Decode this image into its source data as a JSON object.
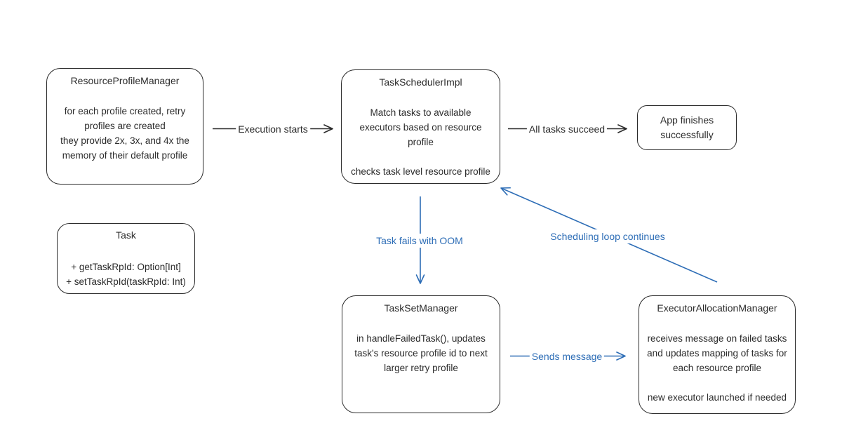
{
  "colors": {
    "ink": "#2b2b2b",
    "accent_blue": "#2d6db6",
    "background": "#ffffff"
  },
  "nodes": {
    "resourceProfileManager": {
      "title": "ResourceProfileManager",
      "body": "for each profile created, retry\nprofiles are created\nthey provide 2x, 3x, and 4x the\nmemory of their default profile"
    },
    "taskSchedulerImpl": {
      "title": "TaskSchedulerImpl",
      "body": "Match tasks to available\nexecutors based on resource\nprofile",
      "body2": "checks task level resource profile"
    },
    "appFinishes": {
      "text": "App finishes\nsuccessfully"
    },
    "task": {
      "title": "Task",
      "body": "+ getTaskRpId: Option[Int]\n+ setTaskRpId(taskRpId: Int)"
    },
    "taskSetManager": {
      "title": "TaskSetManager",
      "body": "in handleFailedTask(), updates\ntask's resource profile id to next\nlarger retry profile"
    },
    "executorAllocationManager": {
      "title": "ExecutorAllocationManager",
      "body": "receives message on failed tasks\nand updates mapping of tasks for\neach resource profile",
      "body2": "new executor launched if needed"
    }
  },
  "edges": {
    "executionStarts": {
      "label": "Execution starts"
    },
    "allTasksSucceed": {
      "label": "All tasks succeed"
    },
    "taskFailsOom": {
      "label": "Task fails with OOM"
    },
    "sendsMessage": {
      "label": "Sends message"
    },
    "schedulingLoop": {
      "label": "Scheduling loop continues"
    }
  }
}
